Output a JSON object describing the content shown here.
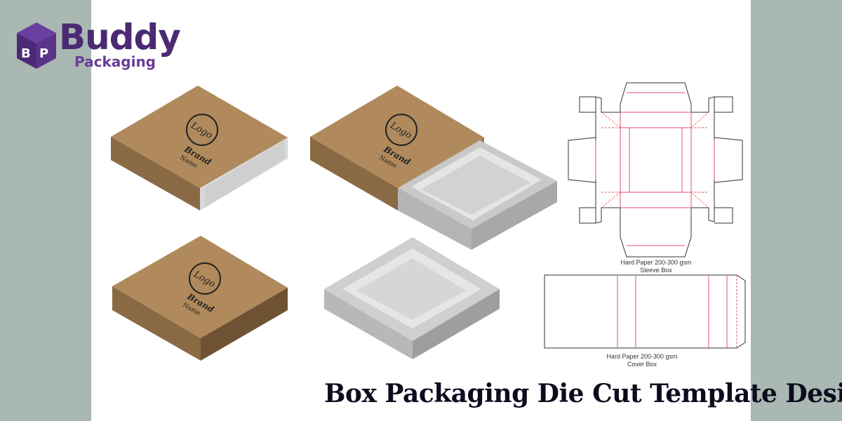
{
  "brand": {
    "name": "Buddy",
    "sub": "Packaging"
  },
  "title": "Box Packaging Die Cut Template Design",
  "boxes": {
    "logo_text": "Logo",
    "brand_text": "Brand",
    "name_text": "Name"
  },
  "templates": {
    "sleeve_line1": "Hard Paper 200-300 gsm",
    "sleeve_line2": "Sleeve Box",
    "cover_line1": "Hard Paper 200-300 gsm",
    "cover_line2": "Cover Box"
  },
  "colors": {
    "kraft_top": "#b08a5c",
    "kraft_side": "#8a6a44",
    "brand_purple": "#4b2a73",
    "cut_line": "#e0546a"
  }
}
